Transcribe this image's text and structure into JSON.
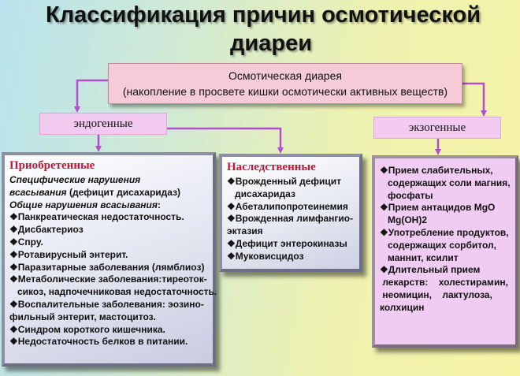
{
  "title": {
    "line1": "Классификация причин осмотической",
    "line2": "диареи"
  },
  "top_box": {
    "line1": "Осмотическая диарея",
    "line2": "(накопление в просвете кишки осмотически активных веществ)"
  },
  "categories": {
    "endogenous": "эндогенные",
    "exogenous": "экзогенные"
  },
  "acquired": {
    "title": "Приобретенные",
    "specific_1": "Специфические нарушения",
    "specific_2_italic": "всасывания",
    "specific_2_rest": " (дефицит дисахаридаз)",
    "general_italic": " Общие нарушения всасывания",
    "general_colon": ":",
    "items": [
      "❖Панкреатическая недостаточность.",
      "❖Дисбактериоз",
      "❖Спру.",
      "❖Ротавирусный энтерит.",
      "❖Паразитарные заболевания (лямблиоз)",
      "❖Метаболические заболевания:тиреоток-",
      "   сикоз, надпочечниковая недостаточность.",
      "❖Воспалительные заболевания: эозино-",
      "фильный энтерит, мастоцитоз.",
      "❖Синдром короткого кишечника.",
      "❖Недостаточность белков в питании."
    ]
  },
  "hereditary": {
    "title": "Наследственные",
    "items": [
      "❖Врожденный дефицит",
      "   дисахаридаз",
      "❖Абеталипопротеинемия",
      "❖Врожденная лимфангио-",
      "эктазия",
      "❖Дефицит энтерокиназы",
      "❖Муковисцидоз"
    ]
  },
  "exogenous_panel": {
    "items": [
      "❖Прием слабительных,",
      "   содержащих соли магния,",
      "   фосфаты",
      "❖Прием антацидов MgO",
      "   Mg(OH)2",
      "❖Употребление продуктов,",
      "   содержащих сорбитол,",
      "   маннит, ксилит",
      "❖Длительный прием",
      " лекарств:    холестирамин,",
      " неомицин,    лактулоза,",
      "колхицин"
    ]
  },
  "colors": {
    "arrow": "#b24fd0",
    "panel_title": "#c0163a",
    "top_box_fill": "#f4cbd6",
    "category_fill": "#f4cbf0",
    "exo_panel_fill": "#f0ccf3"
  }
}
